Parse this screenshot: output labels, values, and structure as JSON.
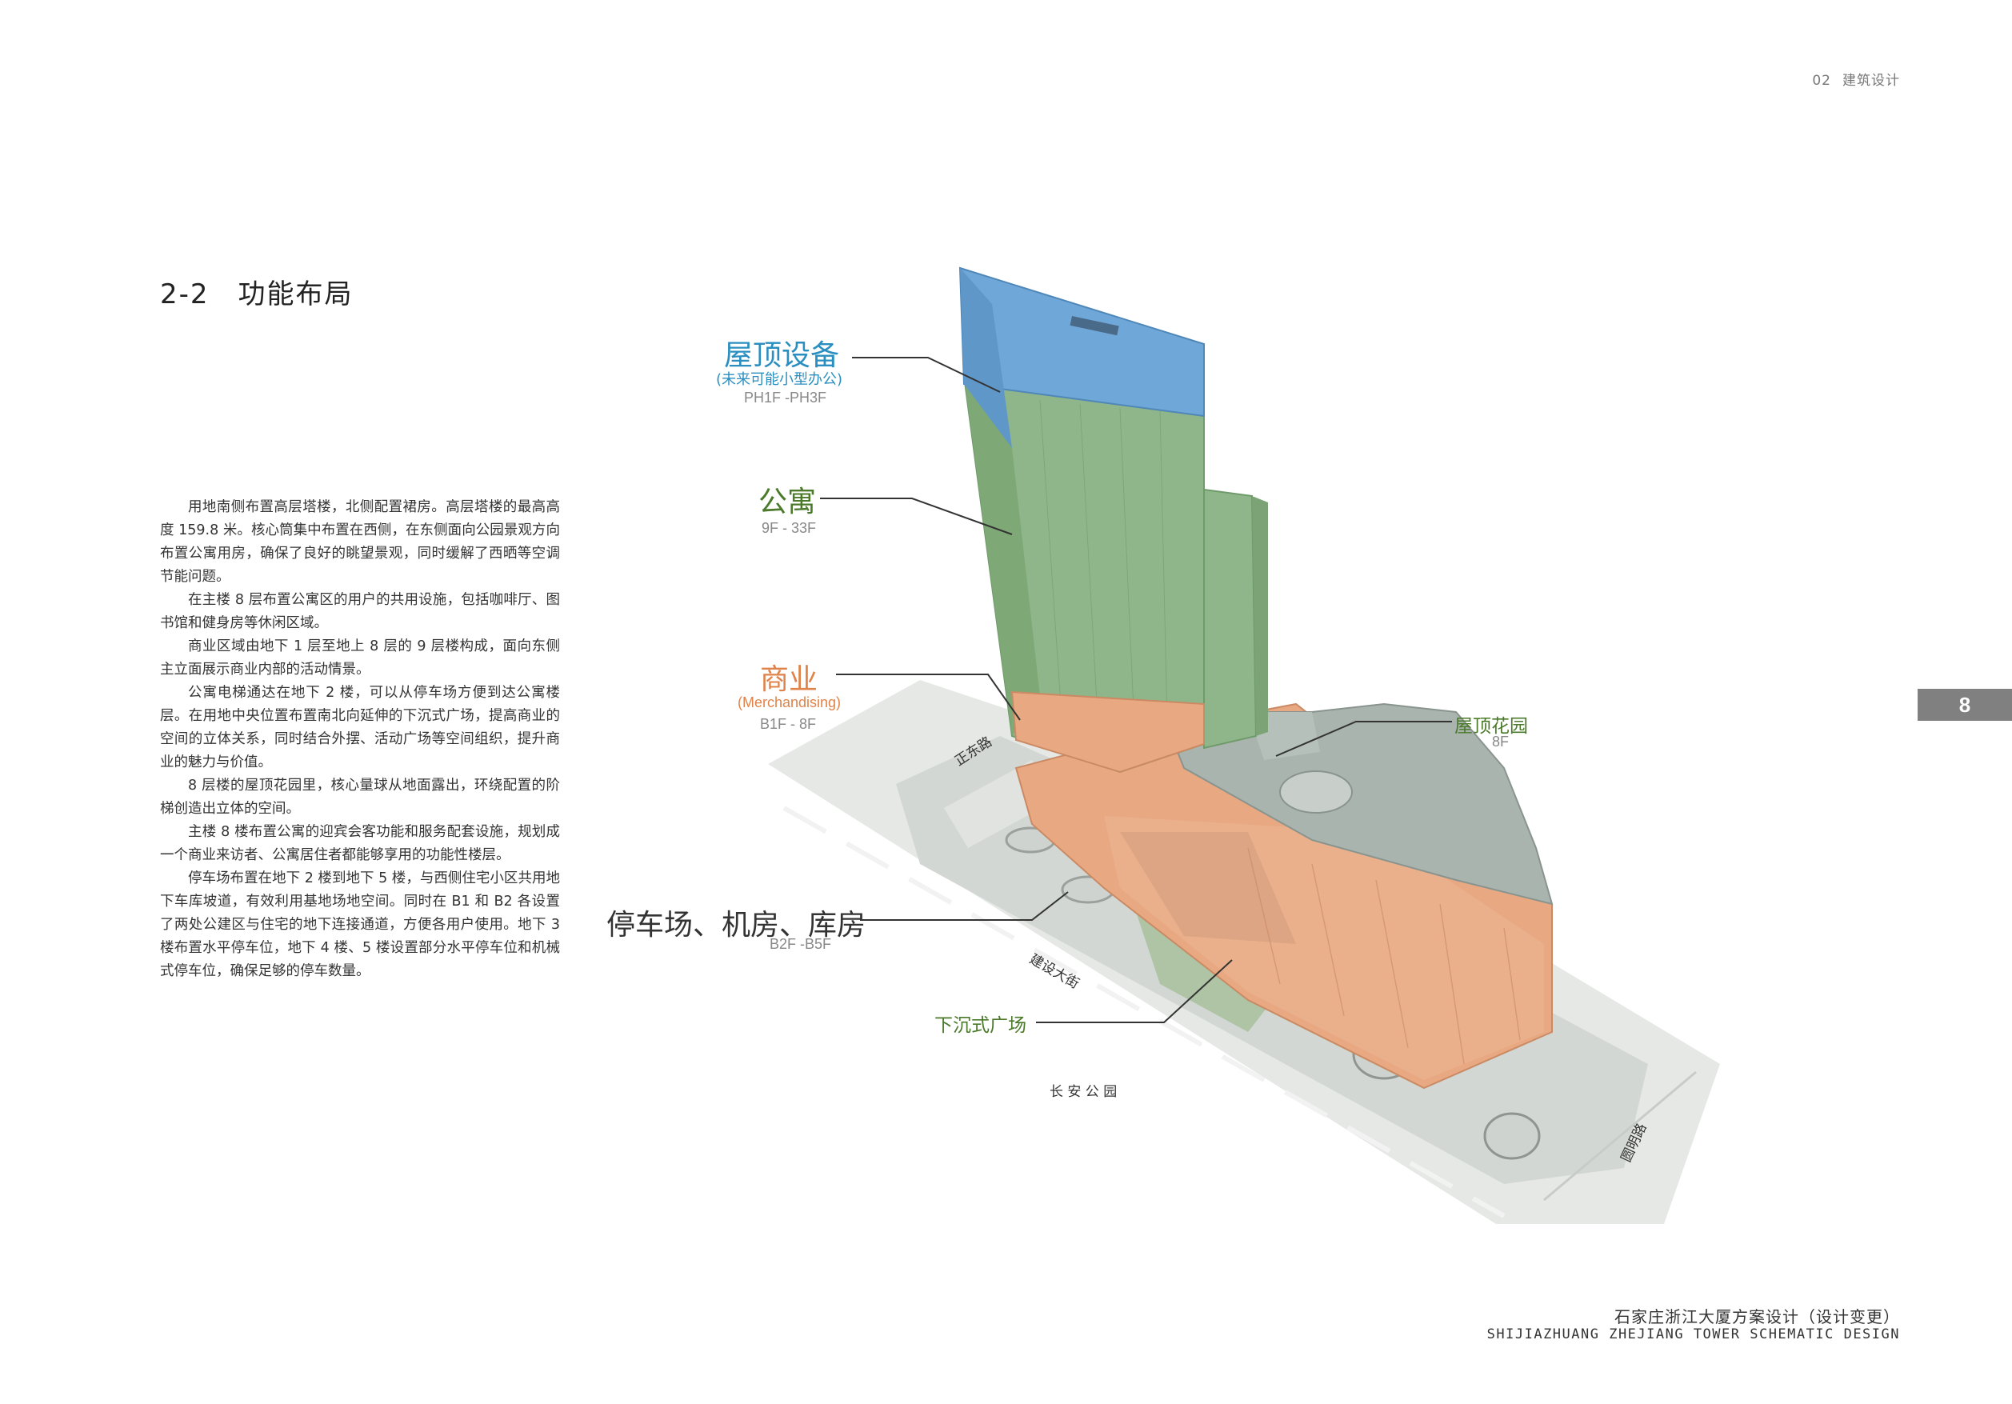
{
  "header": {
    "section_no": "02",
    "section_name": "建筑设计"
  },
  "title": {
    "number": "2-2",
    "text": "功能布局"
  },
  "body_paragraphs": [
    "用地南侧布置高层塔楼，北侧配置裙房。高层塔楼的最高高度 159.8 米。核心筒集中布置在西侧，在东侧面向公园景观方向布置公寓用房，确保了良好的眺望景观，同时缓解了西晒等空调节能问题。",
    "在主楼 8 层布置公寓区的用户的共用设施，包括咖啡厅、图书馆和健身房等休闲区域。",
    "商业区域由地下 1 层至地上 8 层的 9 层楼构成，面向东侧主立面展示商业内部的活动情景。",
    "公寓电梯通达在地下 2 楼，可以从停车场方便到达公寓楼层。在用地中央位置布置南北向延伸的下沉式广场，提高商业的空间的立体关系，同时结合外摆、活动广场等空间组织，提升商业的魅力与价值。",
    "8 层楼的屋顶花园里，核心量球从地面露出，环绕配置的阶梯创造出立体的空间。",
    "主楼 8 楼布置公寓的迎宾会客功能和服务配套设施，规划成一个商业来访者、公寓居住者都能够享用的功能性楼层。",
    "停车场布置在地下 2 楼到地下 5 楼，与西侧住宅小区共用地下车库坡道，有效利用基地场地空间。同时在 B1 和 B2 各设置了两处公建区与住宅的地下连接通道，方便各用户使用。地下 3 楼布置水平停车位，地下 4 楼、5 楼设置部分水平停车位和机械式停车位，确保足够的停车数量。"
  ],
  "page_number": "8",
  "labels": {
    "roof_equipment": {
      "main": "屋顶设备",
      "sub": "(未来可能小型办公)",
      "floors": "PH1F -PH3F"
    },
    "apartment": {
      "main": "公寓",
      "floors": "9F - 33F"
    },
    "commercial": {
      "main": "商业",
      "sub": "(Merchandising)",
      "floors": "B1F - 8F"
    },
    "roof_garden": {
      "main": "屋顶花园",
      "floors": "8F"
    },
    "parking": {
      "main": "停车场、机房、库房",
      "floors": "B2F -B5F"
    },
    "sunken_plaza": {
      "main": "下沉式广场"
    }
  },
  "streets": {
    "zhengdong": "正东路",
    "jianshe": "建设大街",
    "changan_park": "长 安 公 园",
    "yuanming": "圆明路"
  },
  "colors": {
    "roof_blue": "#6fa7d8",
    "apartment_green": "#8fb68a",
    "commercial_orange": "#e8a882",
    "roof_garden_gray": "#a9b4ae",
    "label_blue": "#2a8fc0",
    "label_green": "#4a7a2a",
    "label_orange": "#e0834a",
    "label_dark": "#333333"
  },
  "footer": {
    "title_cn": "石家庄浙江大厦方案设计（设计变更）",
    "title_en": "SHIJIAZHUANG ZHEJIANG TOWER SCHEMATIC DESIGN"
  }
}
